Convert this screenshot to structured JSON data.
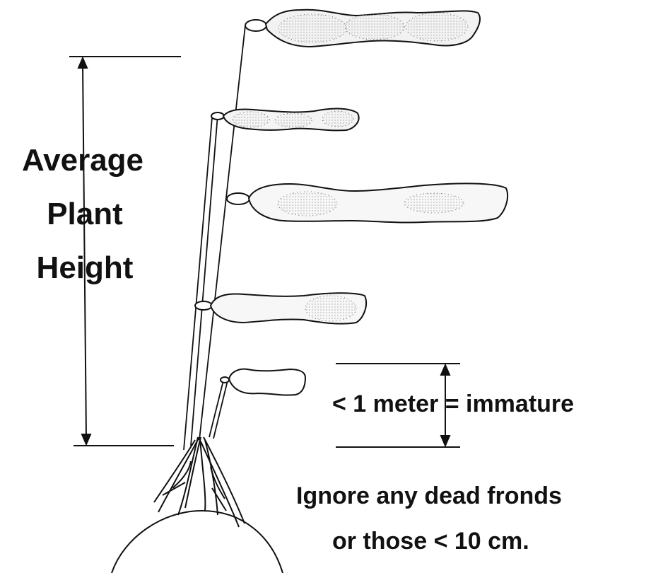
{
  "labels": {
    "height_line1": "Average",
    "height_line2": "Plant",
    "height_line3": "Height",
    "immature": "< 1 meter = immature",
    "note_line1": "Ignore any dead fronds",
    "note_line2": "or those < 10 cm."
  },
  "colors": {
    "ink": "#111111",
    "stipple": "#cfcfcf",
    "background": "#ffffff"
  },
  "fronds": [
    {
      "name": "frond-top"
    },
    {
      "name": "frond-upper"
    },
    {
      "name": "frond-middle"
    },
    {
      "name": "frond-lower"
    },
    {
      "name": "frond-immature"
    }
  ]
}
